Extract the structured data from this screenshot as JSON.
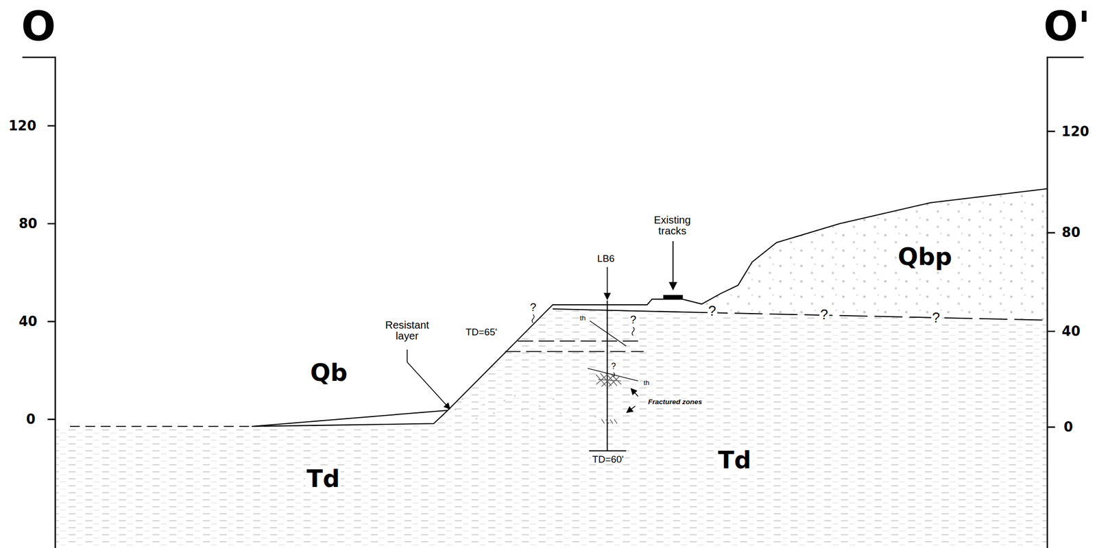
{
  "diagram": {
    "labels": [
      "O",
      "O'",
      "120",
      "80",
      "40",
      "0",
      "120",
      "80",
      "40",
      "0",
      "Qb",
      "Td",
      "Td",
      "Qbp",
      "Resistant layer",
      "TD=65'",
      "LB6",
      "TD=60'",
      "Existing tracks",
      "Fractured zones",
      "th",
      "th",
      "?",
      "?",
      "?",
      "?",
      "?",
      "?"
    ]
  }
}
